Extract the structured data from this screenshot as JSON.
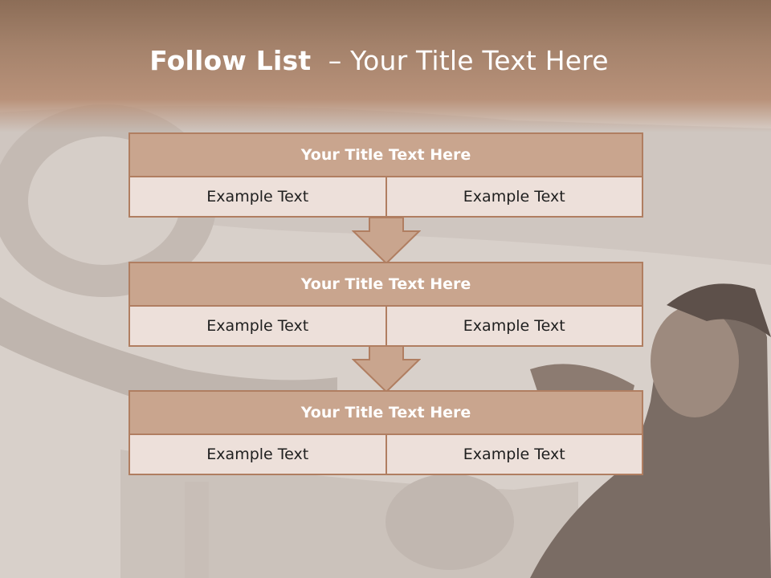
{
  "slide": {
    "title_bold": "Follow List",
    "title_rest": "– Your Title Text Here"
  },
  "steps": [
    {
      "title": "Your Title Text Here",
      "left": "Example Text",
      "right": "Example Text"
    },
    {
      "title": "Your Title Text Here",
      "left": "Example Text",
      "right": "Example Text"
    },
    {
      "title": "Your Title Text Here",
      "left": "Example Text",
      "right": "Example Text"
    }
  ],
  "colors": {
    "header": "#a4826b",
    "box_title_fill": "#c9a58e",
    "box_cell_fill": "#ede0da",
    "border": "#b07e61",
    "arrow_fill": "#c9a58e"
  },
  "background_image": "mechanic-under-car-photo"
}
